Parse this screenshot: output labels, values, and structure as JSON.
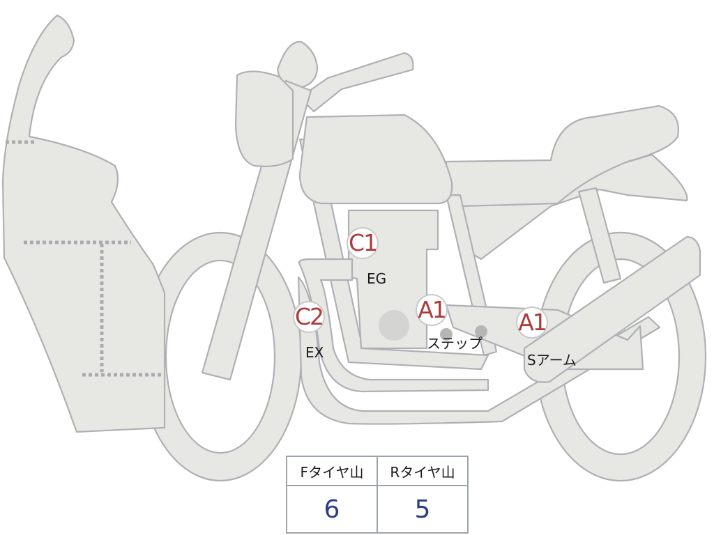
{
  "markers": [
    {
      "code": "C1",
      "label": "EG"
    },
    {
      "code": "C2",
      "label": "EX"
    },
    {
      "code": "A1",
      "label": "ステップ"
    },
    {
      "code": "A1",
      "label": "Sアーム"
    }
  ],
  "tire_depth": {
    "front_header": "Fタイヤ山",
    "rear_header": "Rタイヤ山",
    "front_value": "6",
    "rear_value": "5"
  },
  "colors": {
    "part_fill": "#e7e7e4",
    "outline": "#aeb0b4",
    "marker_text": "#b03a3a",
    "value_text": "#2a3e86"
  }
}
